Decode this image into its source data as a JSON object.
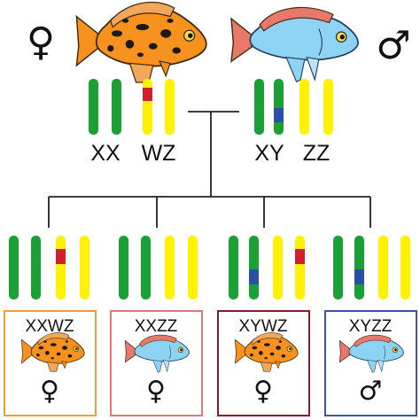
{
  "colors": {
    "chromosome_green": "#1aa035",
    "chromosome_yellow": "#fff200",
    "band_red": "#d0202c",
    "band_blue": "#2b4fa8",
    "line": "#222222",
    "fish_orange": "#f7921e",
    "fish_blue": "#8fd3f4",
    "fish_fin_red": "#e8786a",
    "fish_spot": "#1a1a1a",
    "box_orange": "#f39c3c",
    "box_pink": "#e07a7a",
    "box_maroon": "#8b1a2b",
    "box_blue": "#3a55a4"
  },
  "parents": {
    "female": {
      "sex_symbol": "♀",
      "fish": "orange-blotched-cichlid",
      "genotype_labels": [
        "XX",
        "WZ"
      ]
    },
    "male": {
      "sex_symbol": "♂",
      "fish": "blue-cichlid",
      "genotype_labels": [
        "XY",
        "ZZ"
      ]
    }
  },
  "offspring": [
    {
      "genotype": "XXWZ",
      "sex_symbol": "♀",
      "fish": "orange-blotched-cichlid",
      "box_color": "box_orange"
    },
    {
      "genotype": "XXZZ",
      "sex_symbol": "♀",
      "fish": "blue-cichlid",
      "box_color": "box_pink"
    },
    {
      "genotype": "XYWZ",
      "sex_symbol": "♀",
      "fish": "orange-blotched-cichlid",
      "box_color": "box_maroon"
    },
    {
      "genotype": "XYZZ",
      "sex_symbol": "♂",
      "fish": "blue-cichlid",
      "box_color": "box_blue"
    }
  ]
}
